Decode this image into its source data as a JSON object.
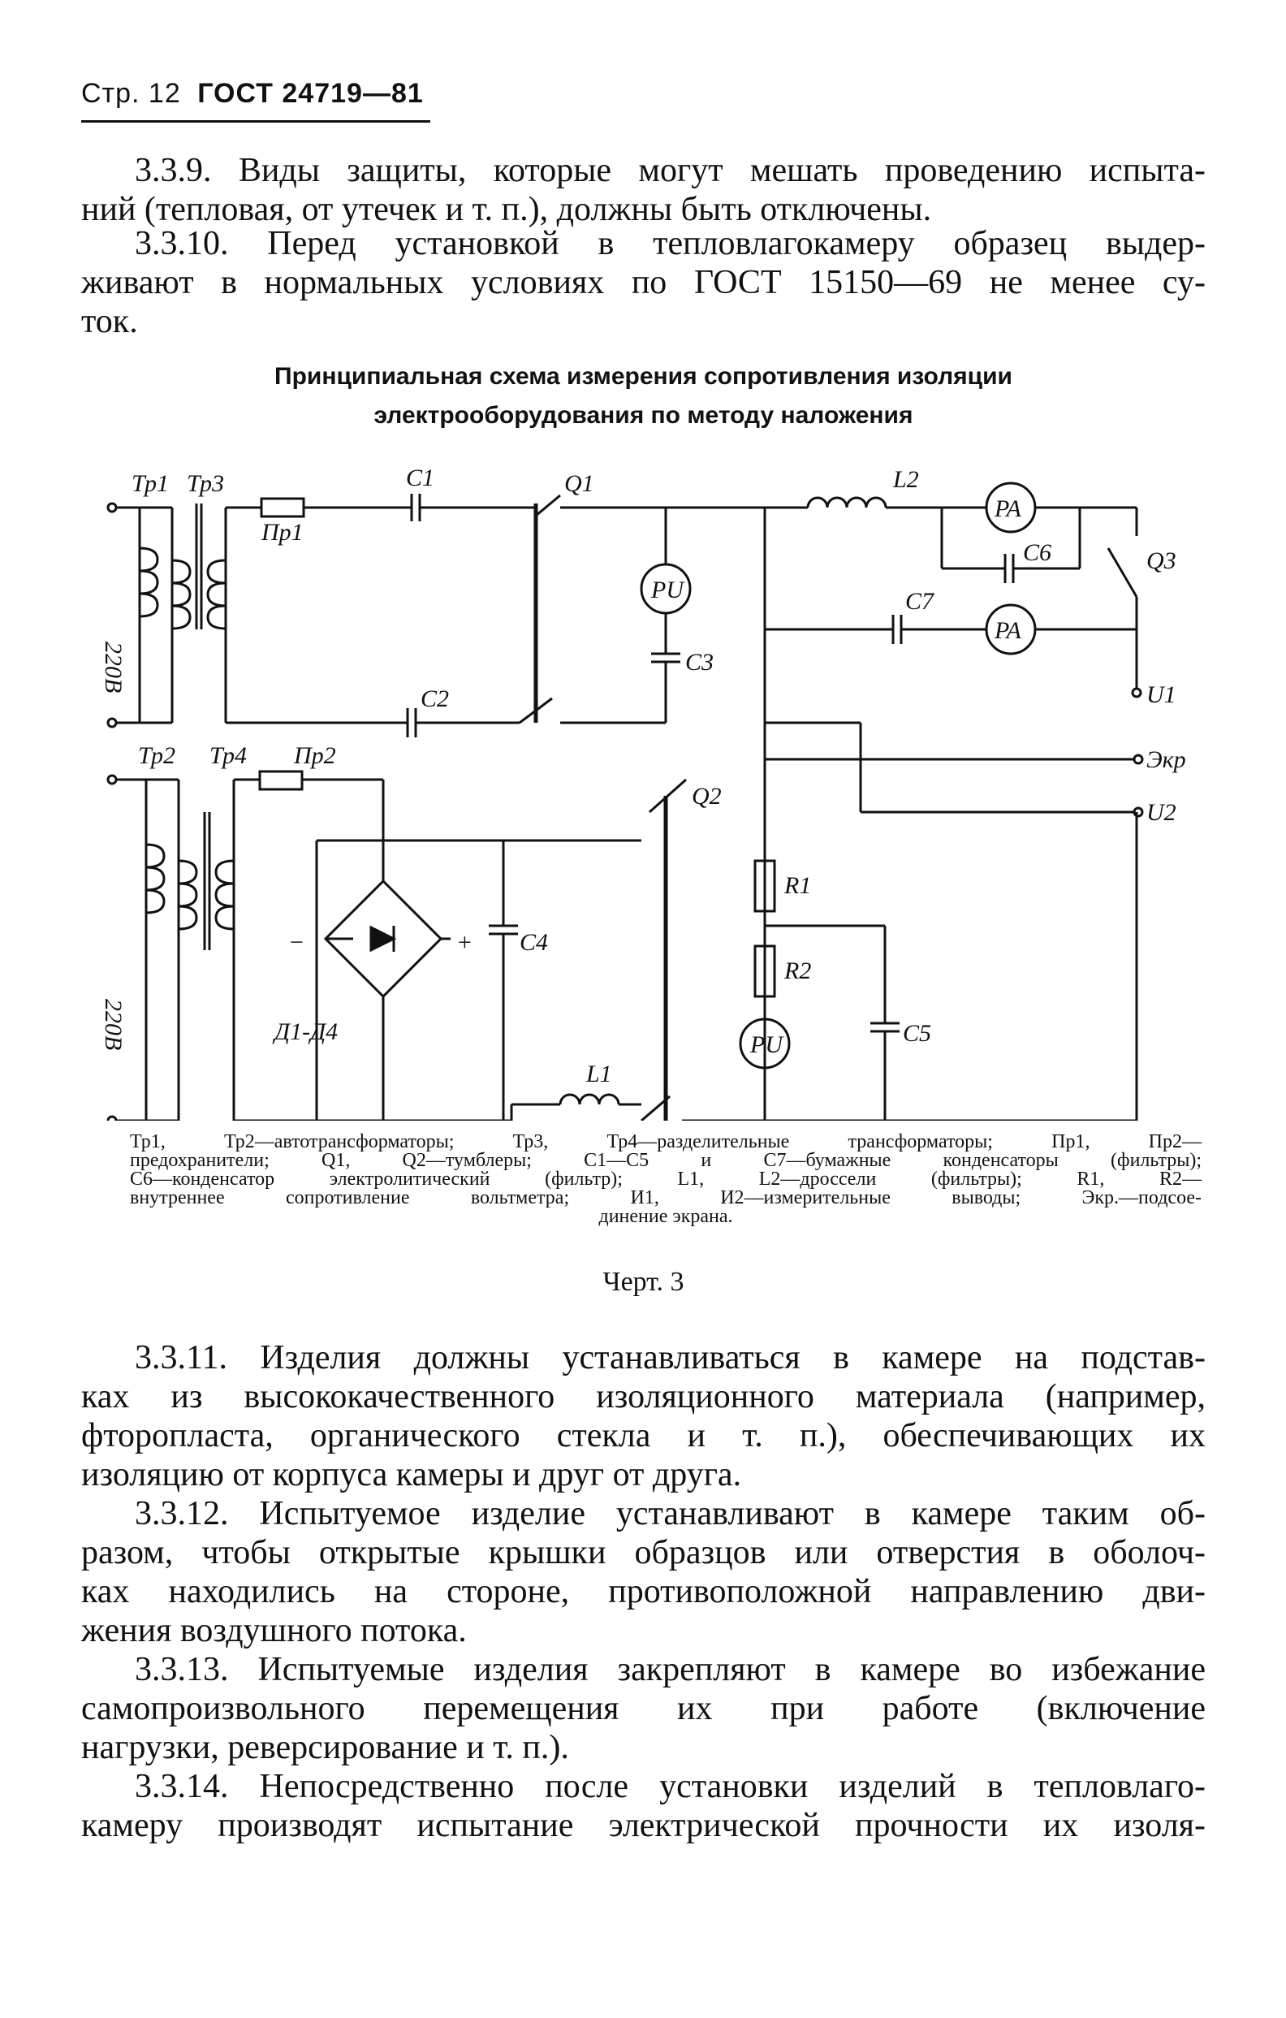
{
  "header": {
    "page": "Стр. 12",
    "gost": "ГОСТ 24719—81"
  },
  "paragraphs_top": [
    [
      "3.3.9. Виды защиты, которые могут мешать проведению испыта-",
      "ний (тепловая, от утечек и т. п.), должны быть отключены."
    ],
    [
      "3.3.10. Перед установкой в тепловлагокамеру образец выдер-",
      "живают в нормальных условиях по ГОСТ 15150—69 не менее су-",
      "ток."
    ]
  ],
  "figure": {
    "title_lines": [
      "Принципиальная схема измерения сопротивления изоляции",
      "электрооборудования по методу наложения"
    ],
    "labels": {
      "tr1": "Тр1",
      "tr3": "Тр3",
      "tr2": "Тр2",
      "tr4": "Тр4",
      "pr1": "Пр1",
      "pr2": "Пр2",
      "c1": "С1",
      "c2": "С2",
      "c3": "С3",
      "c4": "С4",
      "c5": "С5",
      "c6": "С6",
      "c7": "С7",
      "q1": "Q1",
      "q2": "Q2",
      "q3": "Q3",
      "l1": "L1",
      "l2": "L2",
      "r1": "R1",
      "r2": "R2",
      "pu": "PU",
      "pa": "PA",
      "u1": "U1",
      "u2": "U2",
      "ekr": "Экр",
      "v220": "220В",
      "diodes": "Д1-Д4",
      "plus": "+",
      "minus": "−"
    },
    "legend_lines": [
      "Тр1, Тр2—автотрансформаторы; Тр3, Тр4—разделительные трансформаторы; Пр1, Пр2—",
      "предохранители; Q1, Q2—тумблеры; С1—С5 и С7—бумажные конденсаторы (фильтры);",
      "С6—конденсатор электролитический (фильтр); L1, L2—дроссели (фильтры); R1, R2—",
      "внутреннее сопротивление вольтметра; И1, И2—измерительные выводы; Экр.—подсое-",
      "динение экрана."
    ],
    "caption": "Черт. 3"
  },
  "paragraphs_bottom": [
    [
      "3.3.11. Изделия должны устанавливаться в камере на подстав-",
      "ках из высококачественного изоляционного материала (например,",
      "фторопласта, органического стекла и т. п.), обеспечивающих их",
      "изоляцию от корпуса камеры и друг от друга."
    ],
    [
      "3.3.12. Испытуемое изделие устанавливают в камере таким об-",
      "разом, чтобы открытые крышки образцов или отверстия в оболоч-",
      "ках находились на стороне, противоположной направлению дви-",
      "жения воздушного потока."
    ],
    [
      "3.3.13. Испытуемые изделия закрепляют в камере во избежание",
      "самопроизвольного перемещения их при работе (включение",
      "нагрузки, реверсирование и т. п.)."
    ],
    [
      "3.3.14. Непосредственно после установки изделий в тепловлаго-",
      "камеру производят испытание электрической прочности их изоля-"
    ]
  ]
}
